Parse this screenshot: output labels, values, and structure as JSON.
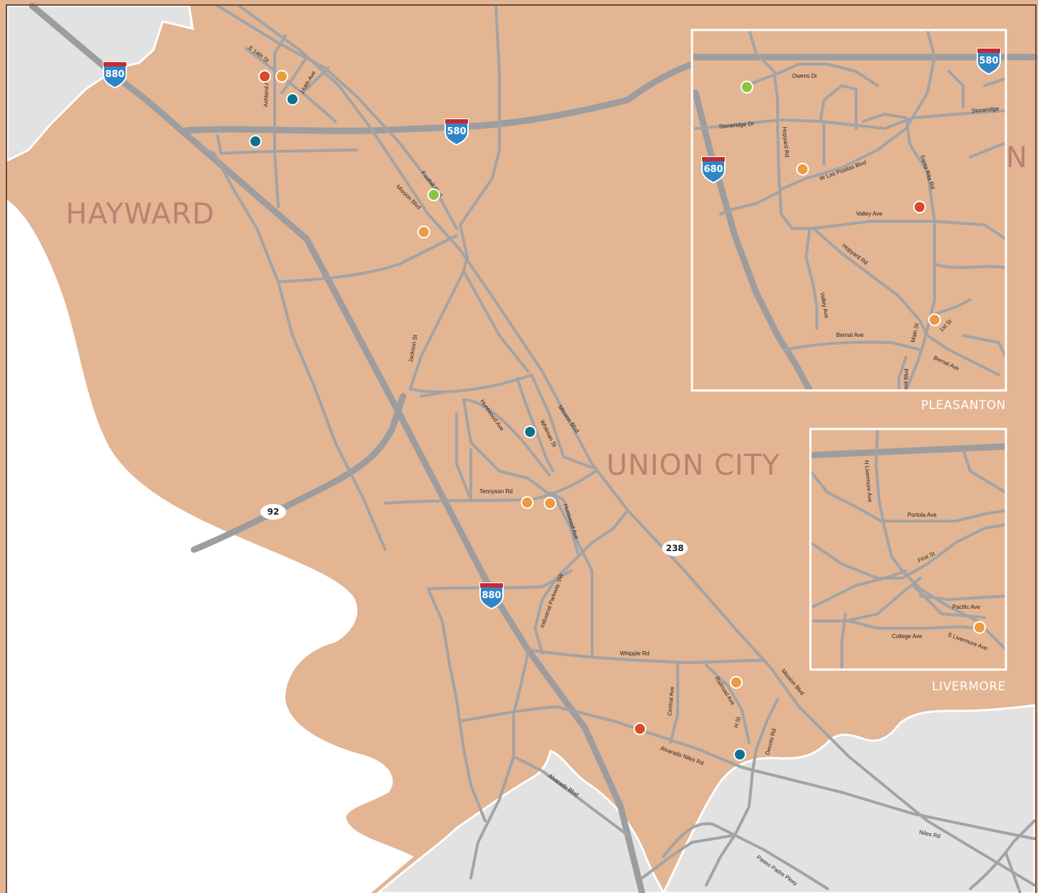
{
  "colors": {
    "land": "#e3b592",
    "neighbor": "#e2e2e3",
    "water": "#ffffff",
    "border": "#6b4a3a",
    "road": "#a3a3a5",
    "city_label": "#bd7f71",
    "marker_red": "#d94a2b",
    "marker_orange": "#ee9a3e",
    "marker_teal": "#0f7190",
    "marker_green": "#8cc43f",
    "shield_blue": "#2f86c6",
    "shield_red": "#c42a32"
  },
  "cities": {
    "hayward": "HAYWARD",
    "union_city": "UNION CITY",
    "partial": "N"
  },
  "insets": {
    "pleasanton": "PLEASANTON",
    "livermore": "LIVERMORE"
  },
  "shields": {
    "i880_a": "880",
    "i580_main": "580",
    "i880_b": "880",
    "i580_inset": "580",
    "i680": "680"
  },
  "routes": {
    "r92": "92",
    "r238": "238"
  },
  "streets": {
    "e14th": "E 14th St",
    "ashland": "Ashland Ave",
    "ave164": "164th Ave",
    "foothill": "Foothill Blvd",
    "mission1": "Mission Blvd",
    "jackson": "Jackson St",
    "huntwood1": "Huntwood Ave",
    "whitman": "Whitman St",
    "mission2": "Mission Blvd",
    "tennyson": "Tennyson Rd",
    "huntwood2": "Huntwood Ave",
    "industrial": "Industrial Parkway SW",
    "whipple": "Whipple Rd",
    "central": "Central Ave",
    "railroad": "Railroad Ave",
    "mission3": "Mission Blvd",
    "hst": "H St",
    "decoto": "Decoto Rd",
    "alvarado_niles": "Alvarado Niles Rd",
    "alvarado": "Alvarado Blvd",
    "niles": "Niles Rd",
    "paseo": "Paseo Padre Pkwy",
    "owens": "Owens Dr",
    "stoneridge_dr": "Stoneridge Dr",
    "stoneridge": "Stoneridge",
    "hopyard1": "Hopyard Rd",
    "las_positas": "W Las Positas Blvd",
    "santa_rita": "Santa Rita Rd",
    "valley_ave": "Valley Ave",
    "hopyard2": "Hopyard Rd",
    "valley_ave2": "Valley Ave",
    "bernal1": "Bernal Ave",
    "main": "Main St",
    "first_st": "1st St",
    "bernal2": "Bernal Ave",
    "nol_blvd": "nol Blvd",
    "n_livermore": "N Livermore Ave",
    "portola": "Portola Ave",
    "first_st2": "First St",
    "pacific": "Pacific Ave",
    "college": "College Ave",
    "s_livermore": "S Livermore Ave"
  }
}
